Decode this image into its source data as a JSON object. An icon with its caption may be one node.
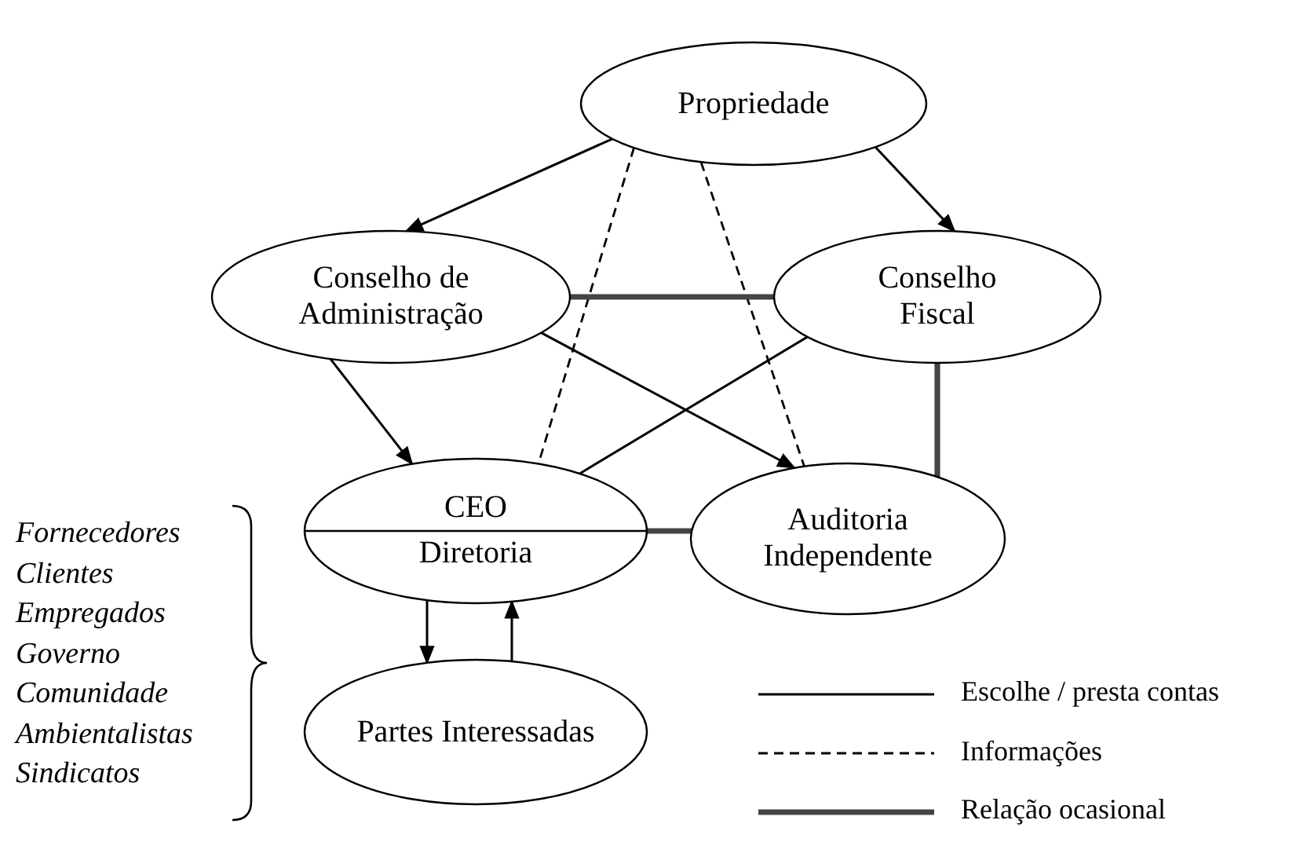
{
  "diagram": {
    "nodes": [
      {
        "text": [
          "Propriedade"
        ]
      },
      {
        "text": [
          "Conselho de Administração"
        ]
      },
      {
        "text": [
          "Conselho Fiscal"
        ]
      },
      {
        "text": [
          "CEO",
          "Diretoria"
        ]
      },
      {
        "text": [
          "Auditoria Independente"
        ]
      },
      {
        "text": [
          "Partes Interessadas"
        ]
      }
    ],
    "edges": [
      {
        "from": 0,
        "to": 1,
        "arrow": "to"
      },
      {
        "from": 0,
        "to": 2,
        "arrow": "to"
      },
      {
        "from": 0,
        "to": 3,
        "arrow": "none",
        "style": "dashed"
      },
      {
        "from": 0,
        "to": 4,
        "arrow": "none",
        "style": "dashed"
      },
      {
        "from": 1,
        "to": 2,
        "arrow": "none",
        "style": "thick",
        "color": "#444444"
      },
      {
        "from": 1,
        "to": 3,
        "arrow": "to"
      },
      {
        "from": 1,
        "to": 4,
        "arrow": "to"
      },
      {
        "from": 2,
        "to": 3,
        "arrow": "none"
      },
      {
        "from": 2,
        "to": 4,
        "arrow": "none",
        "style": "thick",
        "color": "#444444"
      },
      {
        "from": 3,
        "to": 4,
        "arrow": "none",
        "style": "thick",
        "color": "#444444"
      },
      {
        "from": 3,
        "to": 5,
        "arrow": "to"
      },
      {
        "from": 5,
        "to": 3,
        "arrow": "to"
      }
    ],
    "labels": [
      "Fornecedores",
      "Clientes",
      "Empregados",
      "Governo",
      "Comunidade",
      "Ambientalistas",
      "Sindicatos"
    ],
    "legend": [
      {
        "text": "Escolhe / presta contas"
      },
      {
        "text": "Informações"
      },
      {
        "text": "Relação ocasional"
      }
    ]
  }
}
